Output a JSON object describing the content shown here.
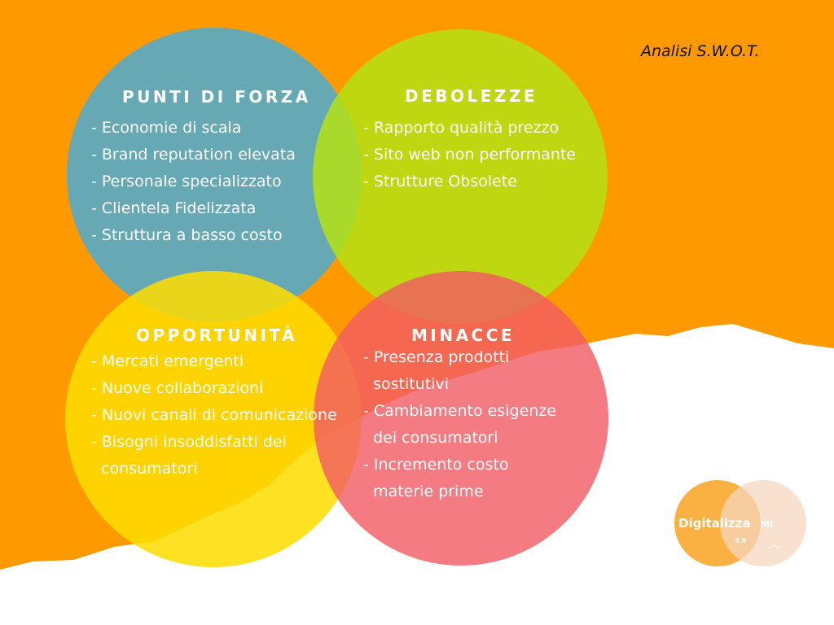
{
  "title": "Analisi S.W.O.T.",
  "colors": {
    "background_orange": "#FF9900",
    "strengths": "#5AAAC3",
    "weaknesses": "#B4E114",
    "opportunities": "#FFDC00",
    "threats": "#F25A64"
  },
  "quadrants": {
    "strengths": {
      "heading": "PUNTI DI FORZA",
      "items": [
        "- Economie di scala",
        "- Brand reputation elevata",
        "- Personale specializzato",
        "- Clientela Fidelizzata",
        "- Struttura a basso costo"
      ]
    },
    "weaknesses": {
      "heading": "DEBOLEZZE",
      "items": [
        "- Rapporto qualità prezzo",
        "- Sito web non performante",
        "- Strutture Obsolete"
      ]
    },
    "opportunities": {
      "heading": "OPPORTUNITÀ",
      "items": [
        "- Mercati emergenti",
        "- Nuove collaborazioni",
        "- Nuovi canali di comunicazione",
        "- Bisogni insoddisfatti dei",
        "  consumatori"
      ]
    },
    "threats": {
      "heading": "MINACCE",
      "items": [
        "- Presenza prodotti",
        "  sostitutivi",
        "- Cambiamento esigenze",
        "  dei consumatori",
        "- Incremento costo",
        "  materie prime"
      ]
    }
  },
  "logo": {
    "name": "Digitalizza",
    "suffix": "MI",
    "version": "3.0"
  }
}
